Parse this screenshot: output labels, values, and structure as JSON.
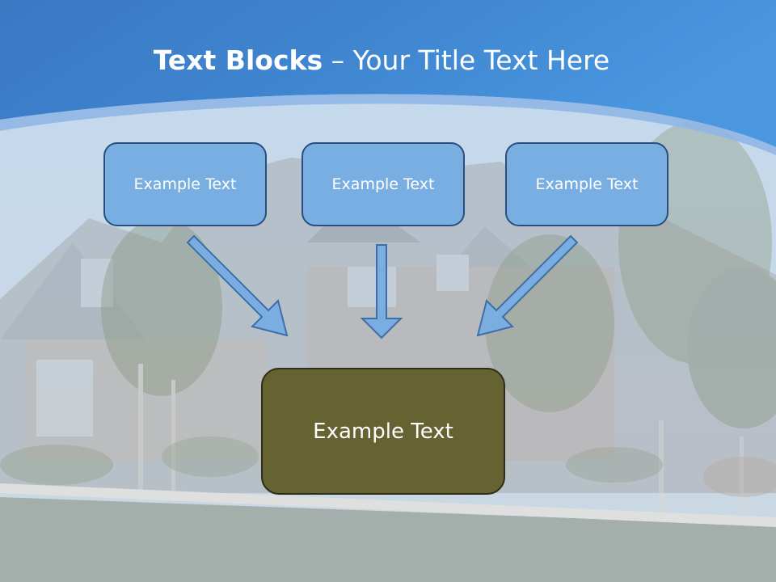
{
  "slide": {
    "title_bold": "Text Blocks",
    "title_dash": " – ",
    "title_rest": "Your Title Text Here"
  },
  "blocks": {
    "top": [
      {
        "text": "Example Text"
      },
      {
        "text": "Example Text"
      },
      {
        "text": "Example Text"
      }
    ],
    "bottom": {
      "text": "Example Text"
    }
  },
  "colors": {
    "header_blue": "#3f83cc",
    "box_fill": "#78aee1",
    "box_border": "#2b4f7c",
    "bottom_fill": "#646331",
    "arrow_fill": "#7aade0",
    "arrow_stroke": "#3e6ea8"
  }
}
